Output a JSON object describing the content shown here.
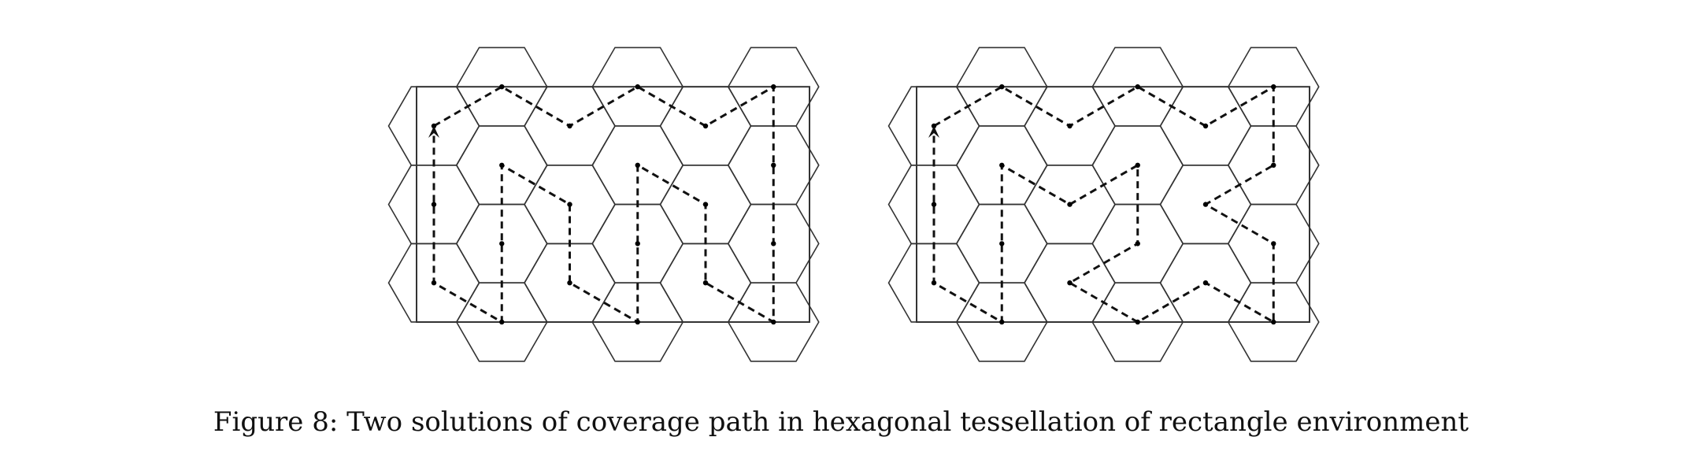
{
  "caption": "Figure 8: Two solutions of coverage path in hexagonal tessellation of rectangle environment",
  "colors": {
    "line": "#333333",
    "path": "#111111",
    "node": "#000000",
    "background": "#ffffff"
  },
  "grid": {
    "columns": 6,
    "rows_even_columns": 3,
    "rows_odd_columns": 4,
    "cell": "hexagon (flat-top)",
    "bounding_rectangle": true
  },
  "panels": [
    {
      "name": "solution-1",
      "path": [
        [
          0,
          0
        ],
        [
          1,
          0
        ],
        [
          2,
          0
        ],
        [
          3,
          0
        ],
        [
          4,
          0
        ],
        [
          5,
          0
        ],
        [
          5,
          1
        ],
        [
          5,
          2
        ],
        [
          5,
          3
        ],
        [
          4,
          2
        ],
        [
          4,
          1
        ],
        [
          3,
          1
        ],
        [
          3,
          2
        ],
        [
          3,
          3
        ],
        [
          2,
          2
        ],
        [
          2,
          1
        ],
        [
          1,
          1
        ],
        [
          1,
          2
        ],
        [
          1,
          3
        ],
        [
          0,
          2
        ],
        [
          0,
          1
        ],
        [
          0,
          0
        ]
      ]
    },
    {
      "name": "solution-2",
      "path": [
        [
          0,
          0
        ],
        [
          1,
          0
        ],
        [
          2,
          0
        ],
        [
          3,
          0
        ],
        [
          4,
          0
        ],
        [
          5,
          0
        ],
        [
          5,
          1
        ],
        [
          4,
          1
        ],
        [
          5,
          2
        ],
        [
          5,
          3
        ],
        [
          4,
          2
        ],
        [
          3,
          3
        ],
        [
          2,
          2
        ],
        [
          3,
          2
        ],
        [
          3,
          1
        ],
        [
          2,
          1
        ],
        [
          1,
          1
        ],
        [
          1,
          2
        ],
        [
          1,
          3
        ],
        [
          0,
          2
        ],
        [
          0,
          1
        ],
        [
          0,
          0
        ]
      ]
    }
  ]
}
